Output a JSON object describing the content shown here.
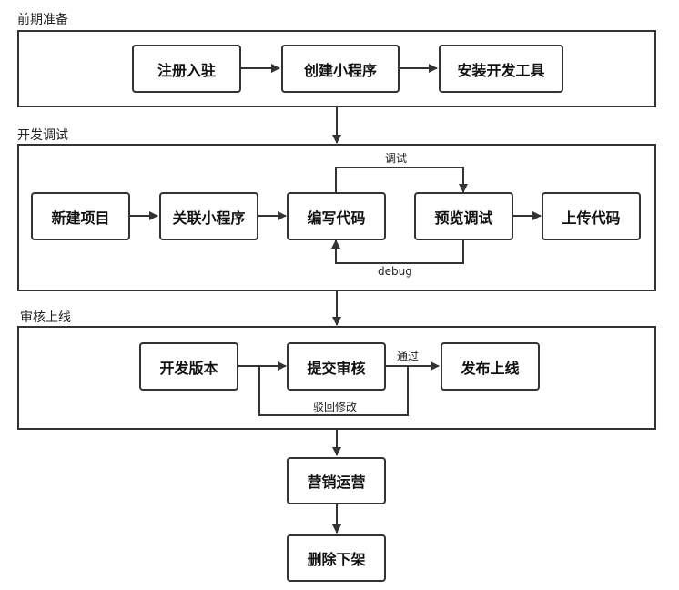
{
  "stages": {
    "prepare": "前期准备",
    "develop": "开发调试",
    "review": "审核上线"
  },
  "nodes": {
    "register": "注册入驻",
    "create_app": "创建小程序",
    "install_tools": "安装开发工具",
    "new_project": "新建项目",
    "link_app": "关联小程序",
    "write_code": "编写代码",
    "preview_debug": "预览调试",
    "upload_code": "上传代码",
    "dev_version": "开发版本",
    "submit_review": "提交审核",
    "publish": "发布上线",
    "operate": "营销运营",
    "remove": "删除下架"
  },
  "edges": {
    "debug_top": "调试",
    "debug_bottom": "debug",
    "approved": "通过",
    "rejected": "驳回修改"
  }
}
